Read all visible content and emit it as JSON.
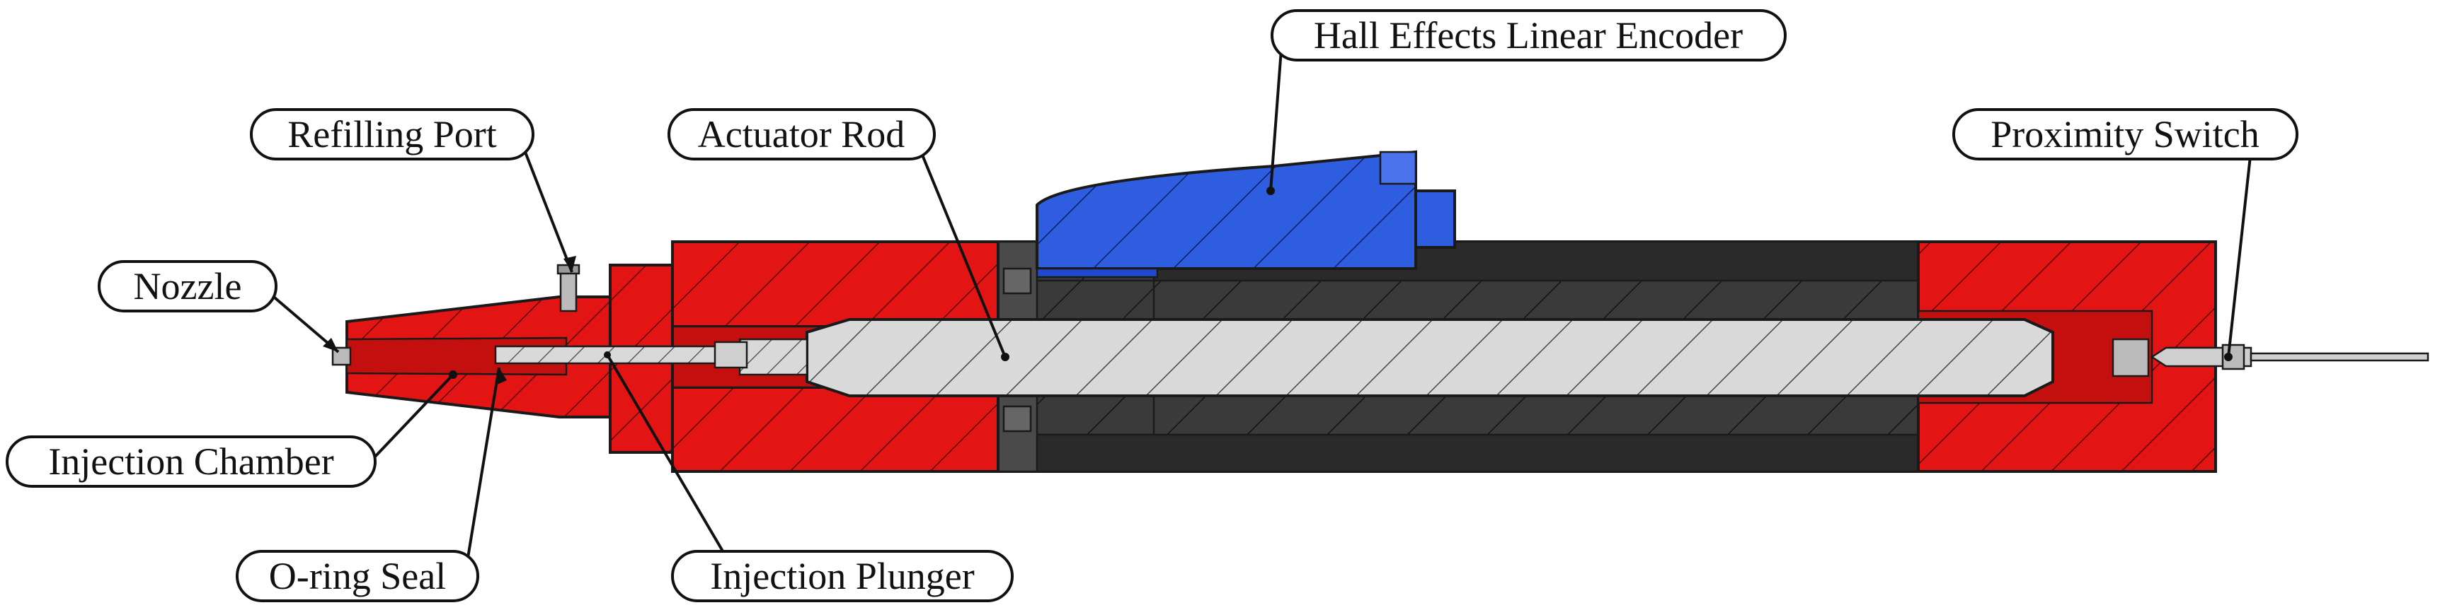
{
  "labels": {
    "hall_encoder": "Hall Effects Linear Encoder",
    "refilling_port": "Refilling Port",
    "actuator_rod": "Actuator Rod",
    "proximity_switch": "Proximity Switch",
    "nozzle": "Nozzle",
    "injection_chamber": "Injection Chamber",
    "o_ring_seal": "O-ring Seal",
    "injection_plunger": "Injection Plunger"
  },
  "colors": {
    "housing_red": "#e31414",
    "housing_red_dark": "#c40f0f",
    "encoder_blue": "#2f5de0",
    "tube_dark": "#3a3a3a",
    "tube_mid": "#555555",
    "rod_grey": "#d9d9d9",
    "outline": "#1a1a1a"
  }
}
